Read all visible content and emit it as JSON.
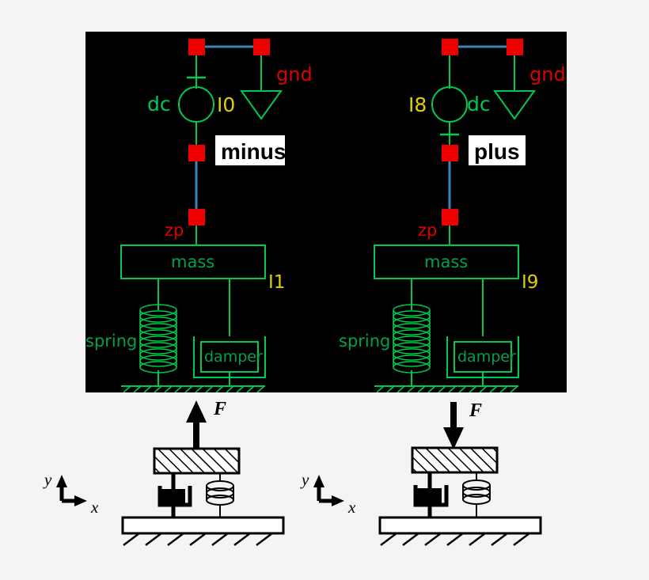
{
  "figure": {
    "title": "Mass-spring-damper schematic pair with free-body diagrams",
    "background_color": "#f4f4f4",
    "panel_background": "#000000",
    "colors": {
      "wire_green": "#00c853",
      "wire_blue": "#3a86b8",
      "node_red": "#ee0000",
      "label_red": "#dd0000",
      "label_yellow": "#e0d000",
      "label_green": "#00a050",
      "callout_bg": "#ffffff",
      "callout_fg": "#000000",
      "ink_black": "#000000"
    }
  },
  "schematic": {
    "left_circuit": {
      "source_type_label": "dc",
      "source_type_side": "left",
      "instance_label": "I0",
      "instance_side": "right",
      "polarity_mark": "plus-tick-above-circle",
      "ground_label": "gnd",
      "callout_label": "minus",
      "node_label": "zp",
      "mass_label": "mass",
      "spring_label": "spring",
      "damper_label": "damper",
      "mech_instance_label": "I1"
    },
    "right_circuit": {
      "source_type_label": "dc",
      "source_type_side": "right",
      "instance_label": "I8",
      "instance_side": "left",
      "polarity_mark": "plus-tick-below-circle",
      "ground_label": "gnd",
      "callout_label": "plus",
      "node_label": "zp",
      "mass_label": "mass",
      "spring_label": "spring",
      "damper_label": "damper",
      "mech_instance_label": "I9"
    }
  },
  "free_body_diagrams": {
    "left": {
      "force_label": "F",
      "force_direction": "up",
      "axis_x_label": "x",
      "axis_y_label": "y"
    },
    "right": {
      "force_label": "F",
      "force_direction": "down",
      "axis_x_label": "x",
      "axis_y_label": "y"
    }
  }
}
